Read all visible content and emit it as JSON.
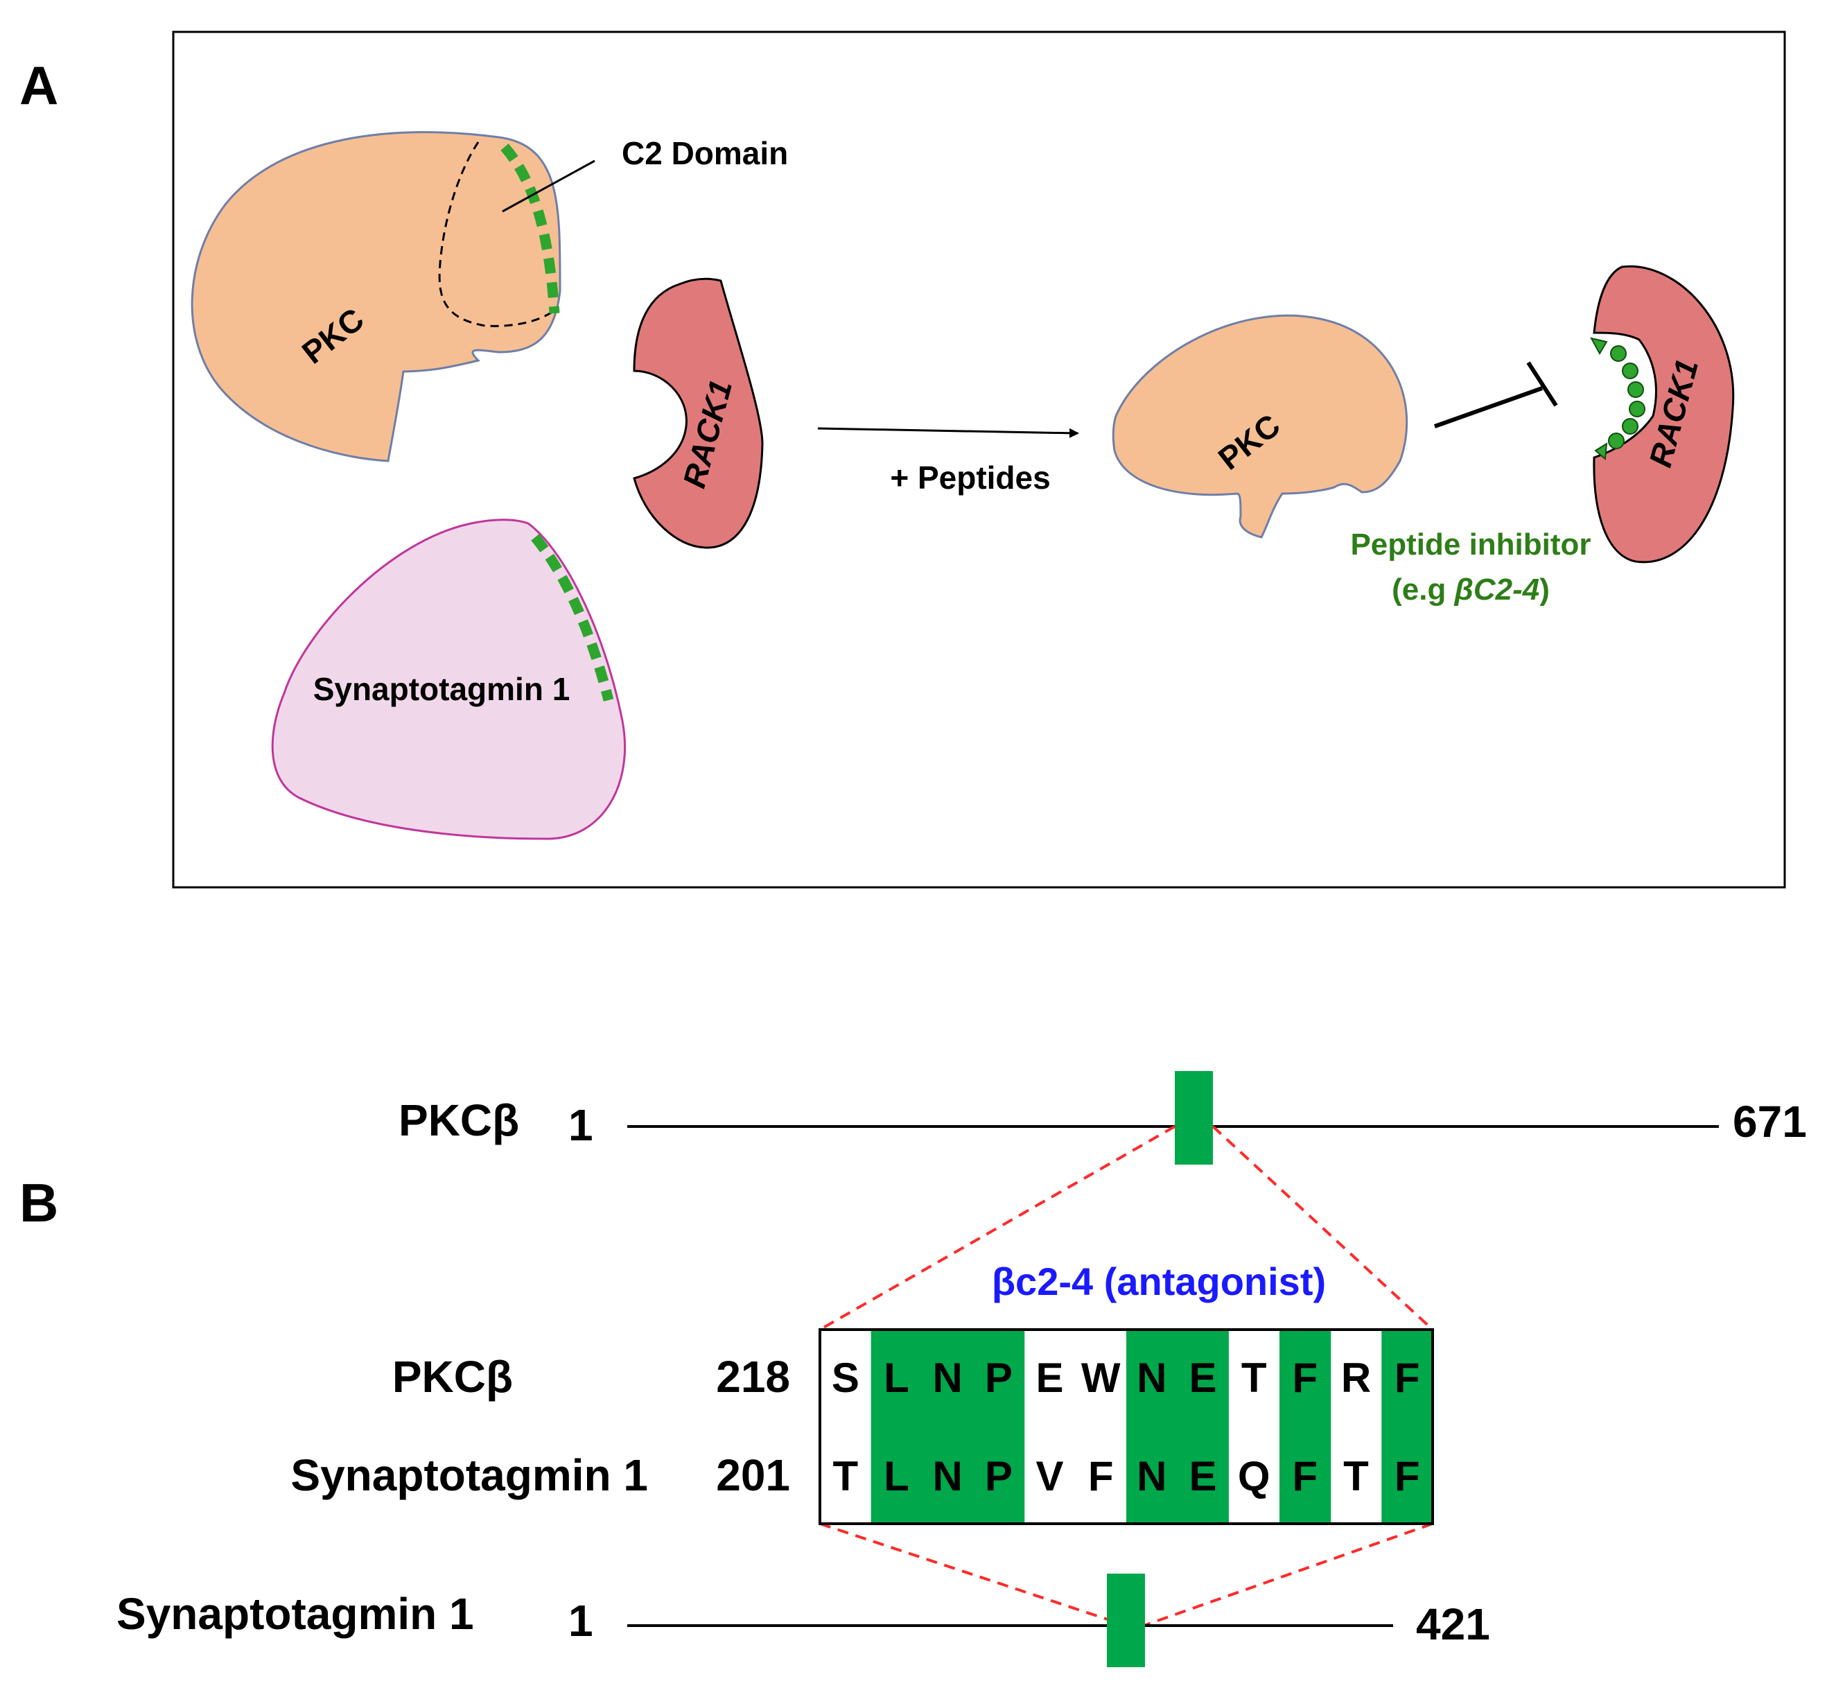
{
  "panel_a": {
    "label": "A",
    "c2_domain": "C2 Domain",
    "pkc_left": "PKC",
    "rack1_left": "RACK1",
    "synaptotagmin": "Synaptotagmin 1",
    "arrow_label": "+ Peptides",
    "pkc_right": "PKC",
    "rack1_right": "RACK1",
    "inhibitor_line1": "Peptide inhibitor",
    "inhibitor_line2_prefix": "(e.g ",
    "inhibitor_line2_italic": "βC2-4",
    "inhibitor_line2_suffix": ")"
  },
  "panel_b": {
    "label": "B",
    "pkc_protein": {
      "name": "PKCβ",
      "start": "1",
      "end": "671"
    },
    "syt_protein": {
      "name": "Synaptotagmin 1",
      "start": "1",
      "end": "421"
    },
    "antagonist_label": "βc2-4 (antagonist)",
    "alignment": {
      "rows": [
        {
          "name": "PKCβ",
          "start": "218",
          "residues": [
            "S",
            "L",
            "N",
            "P",
            "E",
            "W",
            "N",
            "E",
            "T",
            "F",
            "R",
            "F"
          ]
        },
        {
          "name": "Synaptotagmin 1",
          "start": "201",
          "residues": [
            "T",
            "L",
            "N",
            "P",
            "V",
            "F",
            "N",
            "E",
            "Q",
            "F",
            "T",
            "F"
          ]
        }
      ],
      "conserved": [
        false,
        true,
        true,
        true,
        false,
        false,
        true,
        true,
        false,
        true,
        false,
        true
      ]
    }
  },
  "colors": {
    "pkc_fill": "#f6bf93",
    "pkc_stroke": "#6f7ea8",
    "rack1_fill": "#e07a7a",
    "syt_fill": "#f0d8ea",
    "syt_stroke": "#c0369c",
    "peptide_green": "#2ea52e",
    "conserved_green": "#00a74b",
    "dashed_red": "#ff2a2a",
    "label_green": "#2e7d18",
    "label_blue": "#1a1aff"
  }
}
